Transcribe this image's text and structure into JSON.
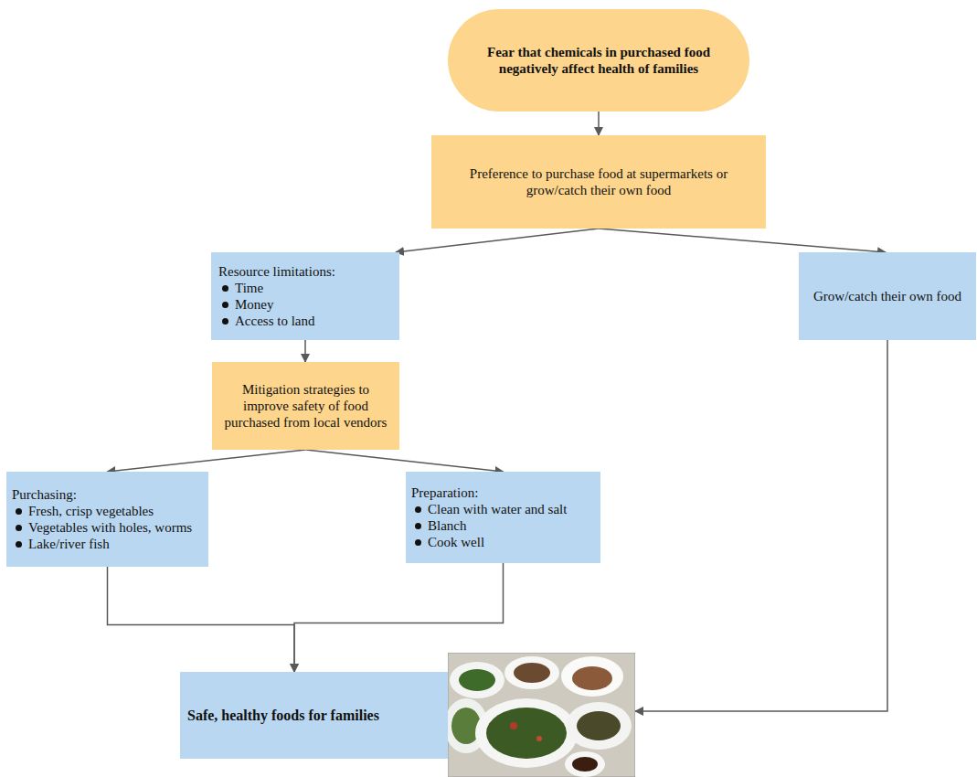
{
  "diagram": {
    "nodes": [
      {
        "text": [
          "Fear that chemicals in purchased food negatively affect health of families"
        ]
      },
      {
        "text": [
          "Preference to purchase food at supermarkets or grow/catch their own food"
        ]
      },
      {
        "text": [
          "Resource limitations:",
          "Time",
          "Money",
          "Access to land"
        ]
      },
      {
        "text": [
          "Grow/catch their own food"
        ]
      },
      {
        "text": [
          "Mitigation strategies to improve safety of food purchased from local vendors"
        ]
      },
      {
        "text": [
          "Purchasing:",
          "Fresh, crisp vegetables",
          "Vegetables with holes, worms",
          "Lake/river fish"
        ]
      },
      {
        "text": [
          "Preparation:",
          "Clean with water and salt",
          "Blanch",
          "Cook well"
        ]
      },
      {
        "text": [
          "Safe, healthy foods for families"
        ]
      }
    ],
    "edges": [
      {
        "from": 0,
        "to": 1,
        "arrow": "to"
      },
      {
        "from": 1,
        "to": 2,
        "arrow": "to"
      },
      {
        "from": 1,
        "to": 3,
        "arrow": "to"
      },
      {
        "from": 2,
        "to": 4,
        "arrow": "to"
      },
      {
        "from": 4,
        "to": 5,
        "arrow": "to"
      },
      {
        "from": 4,
        "to": 6,
        "arrow": "to"
      },
      {
        "from": 5,
        "to": 7,
        "arrow": "to"
      },
      {
        "from": 6,
        "to": 7,
        "arrow": "to"
      },
      {
        "from": 3,
        "to": 7,
        "arrow": "to"
      }
    ]
  }
}
